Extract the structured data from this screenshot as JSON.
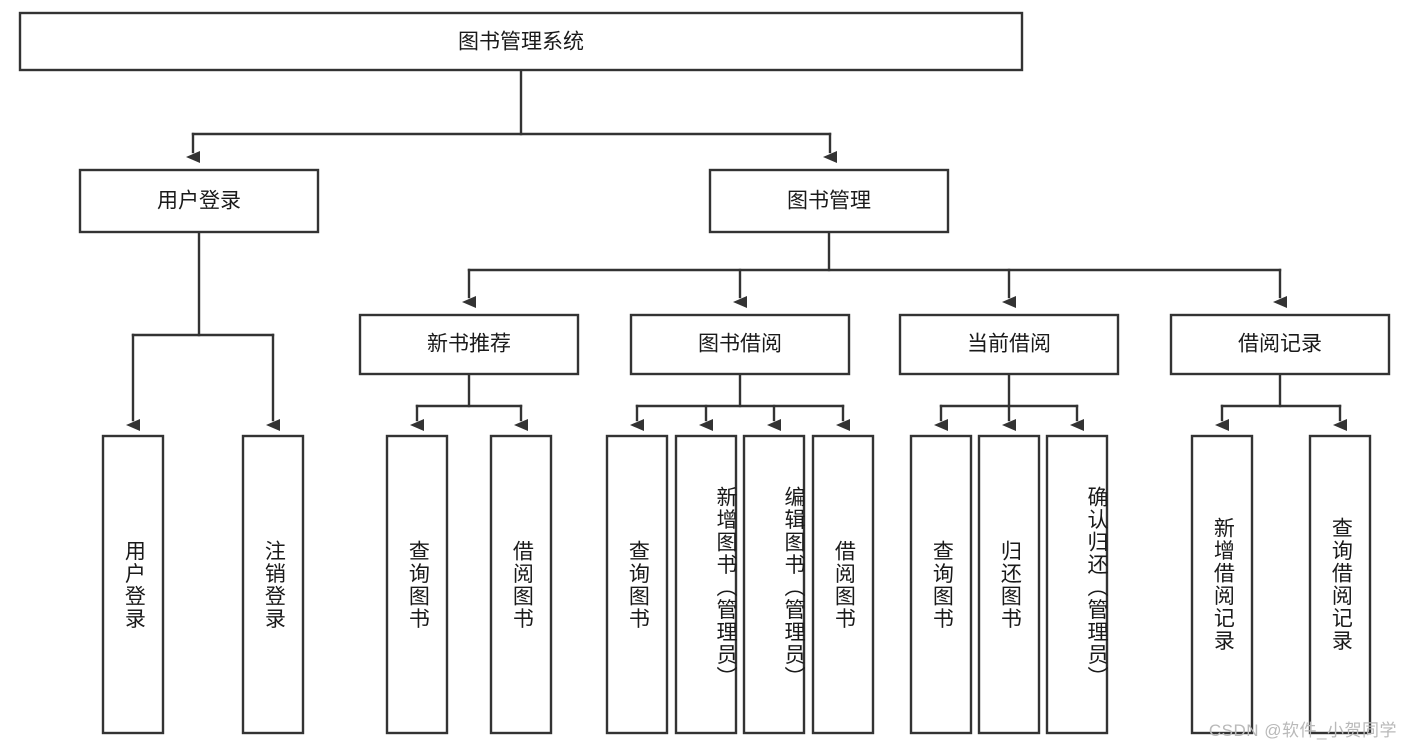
{
  "diagram": {
    "title": "图书管理系统",
    "type": "tree-hierarchy-flowchart",
    "colors": {
      "background": "#ffffff",
      "node_fill": "#ffffff",
      "node_stroke": "#333333",
      "text": "#1a1a1a",
      "watermark": "#b9b9b9"
    },
    "root": {
      "label": "图书管理系统"
    },
    "level2": [
      {
        "label": "用户登录"
      },
      {
        "label": "图书管理"
      }
    ],
    "level3": [
      {
        "label": "新书推荐"
      },
      {
        "label": "图书借阅"
      },
      {
        "label": "当前借阅"
      },
      {
        "label": "借阅记录"
      }
    ],
    "leaves": {
      "user_login": [
        {
          "label": "用户登录"
        },
        {
          "label": "注销登录"
        }
      ],
      "new_book_recommend": [
        {
          "label": "查询图书"
        },
        {
          "label": "借阅图书"
        }
      ],
      "book_borrow": [
        {
          "label": "查询图书"
        },
        {
          "label": "新增图书（管理员）"
        },
        {
          "label": "编辑图书（管理员）"
        },
        {
          "label": "借阅图书"
        }
      ],
      "current_borrow": [
        {
          "label": "查询图书"
        },
        {
          "label": "归还图书"
        },
        {
          "label": "确认归还（管理员）"
        }
      ],
      "borrow_records": [
        {
          "label": "新增借阅记录"
        },
        {
          "label": "查询借阅记录"
        }
      ]
    },
    "watermark": "CSDN @软件_小贺同学"
  }
}
